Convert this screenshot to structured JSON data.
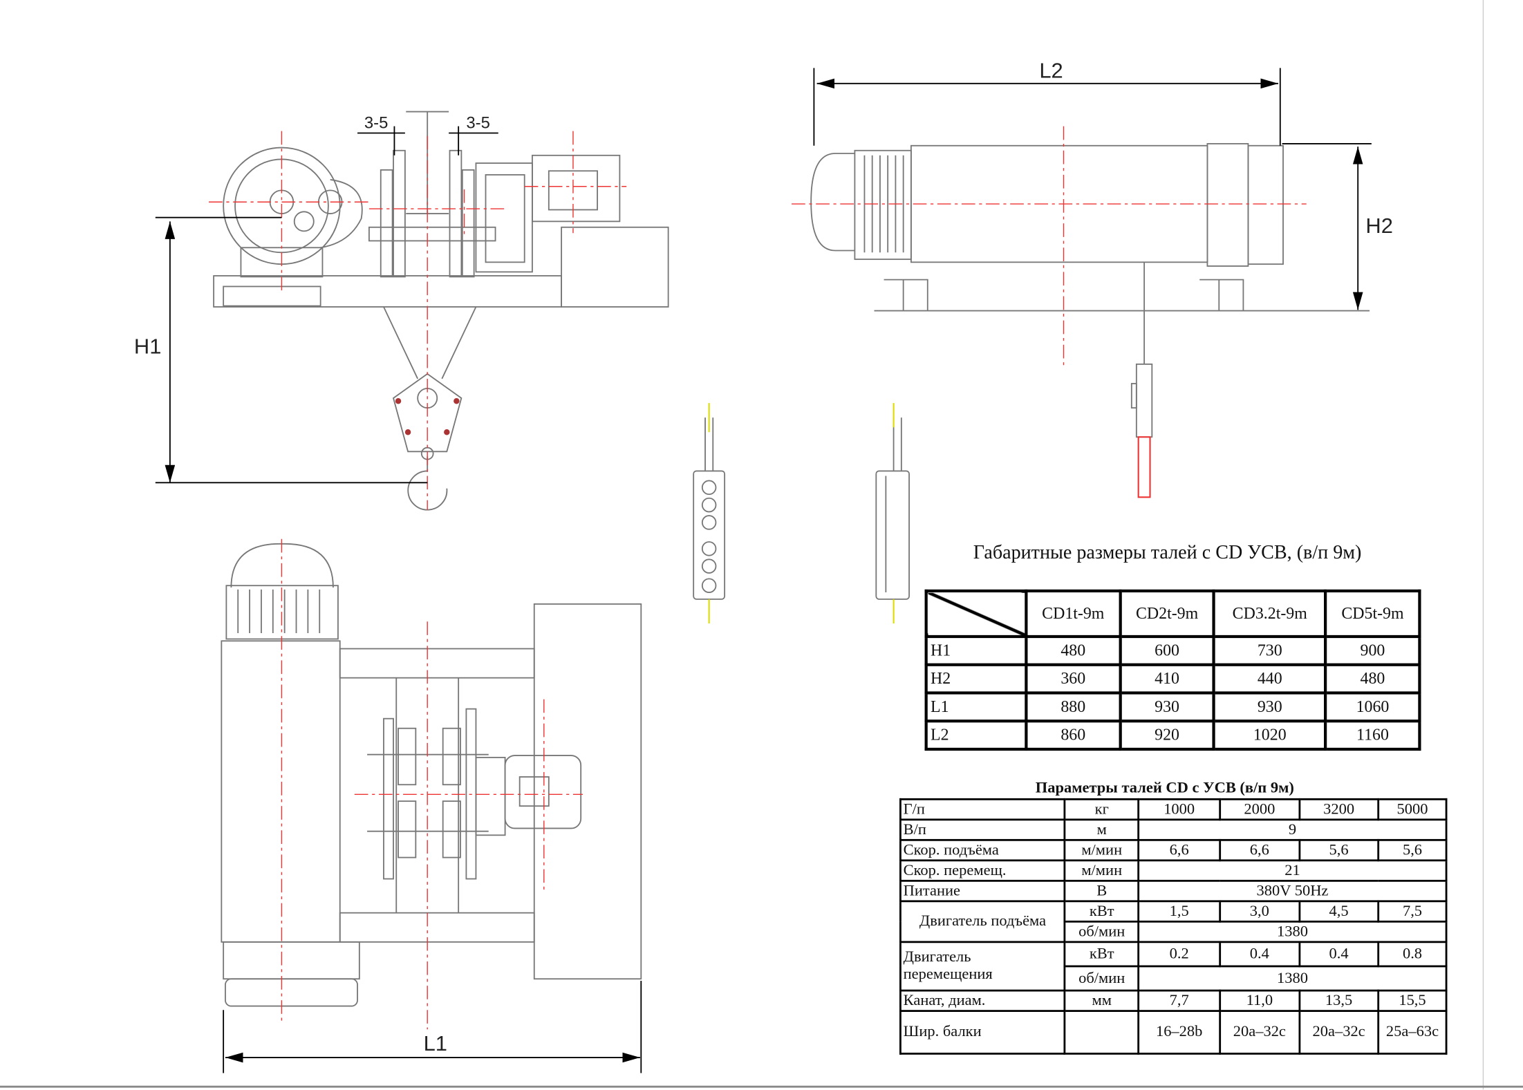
{
  "drawing_labels": {
    "gap_left": "3-5",
    "gap_right": "3-5",
    "h1": "H1",
    "h2": "H2",
    "l1": "L1",
    "l2": "L2"
  },
  "dimensions_table": {
    "title": "Габаритные размеры талей с CD УСВ, (в/п 9м)",
    "columns": [
      "CD1t-9m",
      "CD2t-9m",
      "CD3.2t-9m",
      "CD5t-9m"
    ],
    "rows": [
      {
        "label": "H1",
        "values": [
          "480",
          "600",
          "730",
          "900"
        ]
      },
      {
        "label": "H2",
        "values": [
          "360",
          "410",
          "440",
          "480"
        ]
      },
      {
        "label": "L1",
        "values": [
          "880",
          "930",
          "930",
          "1060"
        ]
      },
      {
        "label": "L2",
        "values": [
          "860",
          "920",
          "1020",
          "1160"
        ]
      }
    ]
  },
  "params_table": {
    "title": "Параметры талей CD с УСВ (в/п 9м)",
    "capacity": {
      "label": "Г/п",
      "unit": "кг",
      "values": [
        "1000",
        "2000",
        "3200",
        "5000"
      ]
    },
    "height": {
      "label": "В/п",
      "unit": "м",
      "value": "9"
    },
    "lift_speed": {
      "label": "Скор. подъёма",
      "unit": "м/мин",
      "values": [
        "6,6",
        "6,6",
        "5,6",
        "5,6"
      ]
    },
    "travel_speed": {
      "label": "Скор. перемещ.",
      "unit": "м/мин",
      "value": "21"
    },
    "power": {
      "label": "Питание",
      "unit": "В",
      "value": "380V 50Hz"
    },
    "lift_motor": {
      "label": "Двигатель подъёма",
      "unit_kw": "кВт",
      "values_kw": [
        "1,5",
        "3,0",
        "4,5",
        "7,5"
      ],
      "unit_rpm": "об/мин",
      "rpm": "1380"
    },
    "travel_motor": {
      "label": "Двигатель перемещения",
      "unit_kw": "кВт",
      "values_kw": [
        "0.2",
        "0.4",
        "0.4",
        "0.8"
      ],
      "unit_rpm": "об/мин",
      "rpm": "1380"
    },
    "rope": {
      "label": "Канат, диам.",
      "unit": "мм",
      "values": [
        "7,7",
        "11,0",
        "13,5",
        "15,5"
      ]
    },
    "beam": {
      "label": "Шир. балки",
      "unit": "",
      "values": [
        "16–28b",
        "20a–32c",
        "20a–32c",
        "25a–63c"
      ]
    }
  }
}
